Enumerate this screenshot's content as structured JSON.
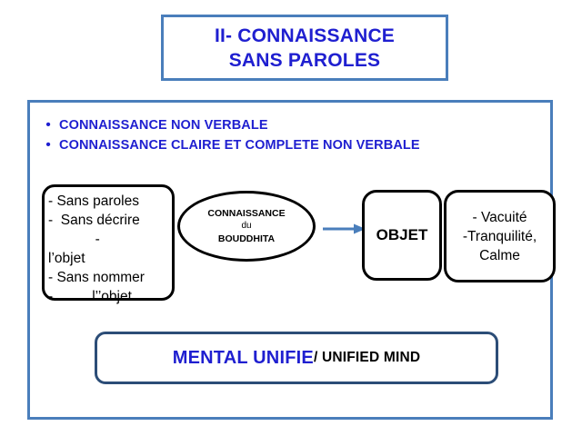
{
  "slide": {
    "title": {
      "line1": "II- CONNAISSANCE",
      "line2": "SANS PAROLES"
    },
    "bullets": [
      {
        "marker": "•",
        "text": "CONNAISSANCE NON VERBALE"
      },
      {
        "marker": "•",
        "text": "CONNAISSANCE CLAIRE ET COMPLETE NON VERBALE"
      }
    ],
    "diagram": {
      "left_box": {
        "lines": [
          "- Sans paroles",
          "-  Sans décrire",
          "            -",
          "l’objet",
          "- Sans nommer",
          "-          l’’objet"
        ]
      },
      "ellipse": {
        "line1": "CONNAISSANCE",
        "line2": "du",
        "line3": "BOUDDHITA"
      },
      "arrow": {
        "name": "arrow-right",
        "color": "#4a7ebb"
      },
      "object_box": {
        "label": "OBJET"
      },
      "right_box": {
        "lines": [
          "- Vacuité",
          "-Tranquilité,",
          "Calme"
        ]
      }
    },
    "footer": {
      "french": "MENTAL UNIFIE",
      "english": "/ UNIFIED MIND"
    },
    "colors": {
      "frame_blue": "#4a7ebb",
      "title_blue": "#1f1fd0",
      "footer_border": "#2c4d77",
      "shape_black": "#000000"
    }
  }
}
